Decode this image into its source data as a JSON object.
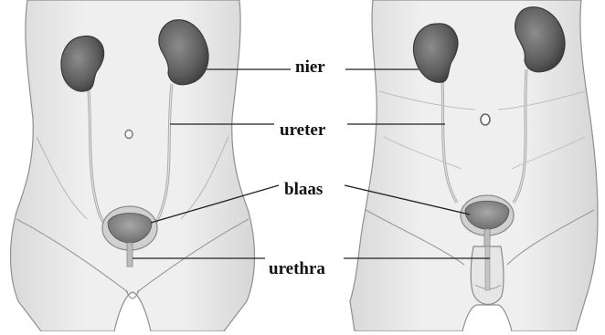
{
  "diagram": {
    "labels": {
      "kidney": "nier",
      "ureter": "ureter",
      "bladder": "blaas",
      "urethra": "urethra"
    },
    "figures": [
      "female-torso",
      "male-torso"
    ],
    "colors": {
      "skin": "#ececec",
      "skin_shadow": "#d2d2d2",
      "outline": "#8a8a8a",
      "kidney": "#6d6d6d",
      "kidney_dark": "#4a4a4a",
      "ureter": "#b4b4b4",
      "bladder_wall": "#cfcfcf",
      "bladder_inner": "#8b8b8b",
      "leader_line": "#222222",
      "label_text": "#111111"
    }
  }
}
